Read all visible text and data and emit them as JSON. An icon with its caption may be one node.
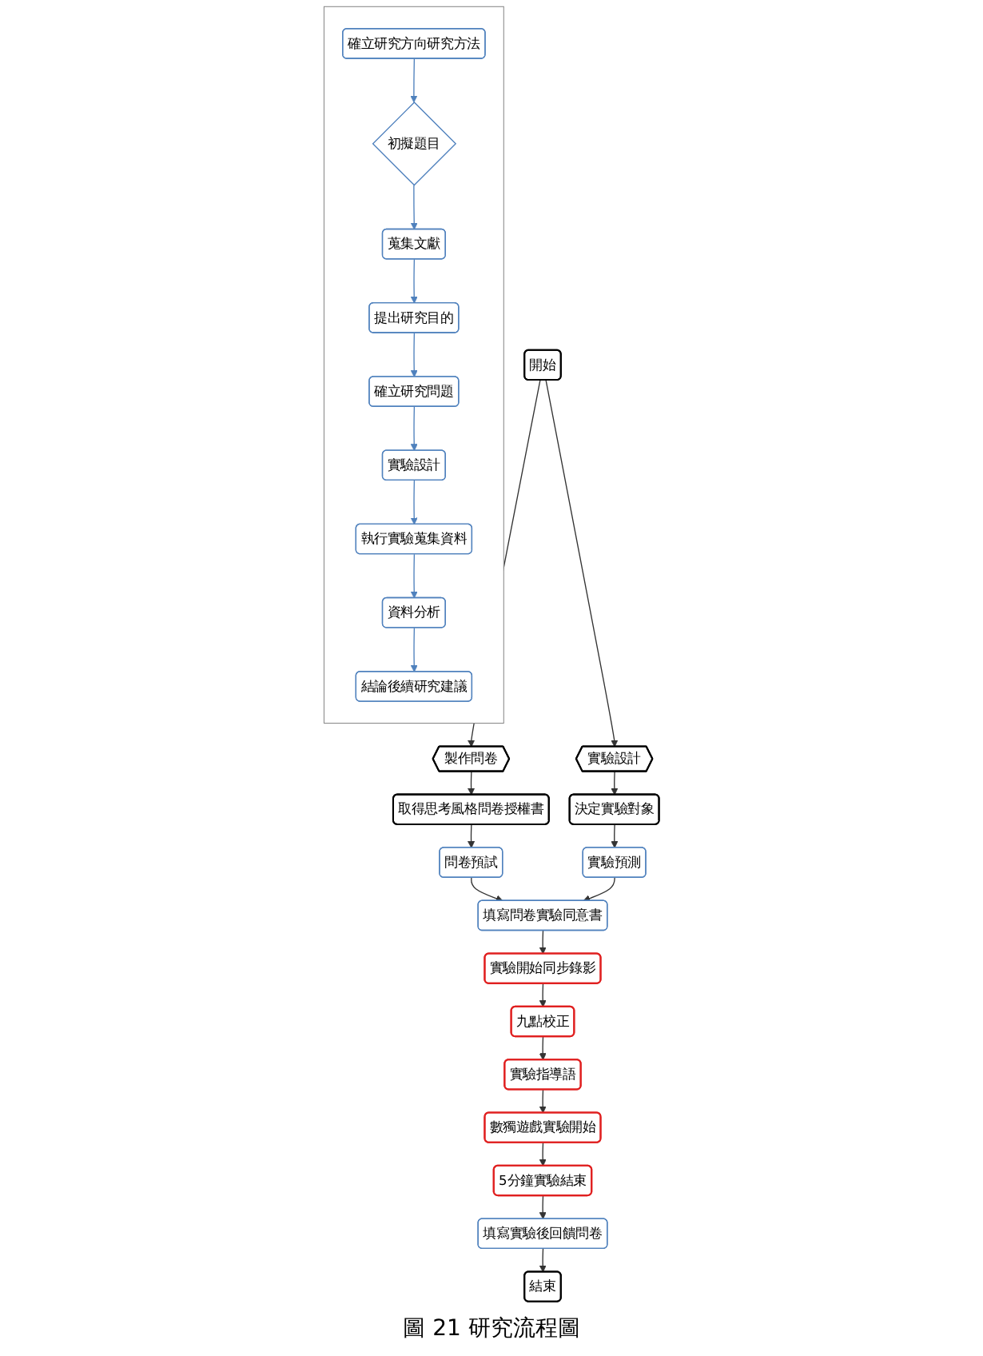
{
  "diagram": {
    "caption": "圖 21 研究流程圖",
    "nodes": [
      {
        "text": [],
        "shape": "box"
      },
      {
        "text": [
          "確立研究方向研究方法"
        ],
        "in": 0
      },
      {
        "text": [
          "初擬題目"
        ],
        "in": 0
      },
      {
        "text": [
          "蒐集文獻"
        ],
        "in": 0
      },
      {
        "text": [
          "提出研究目的"
        ],
        "in": 0
      },
      {
        "text": [
          "確立研究問題"
        ],
        "in": 0
      },
      {
        "text": [
          "實驗設計"
        ],
        "in": 0
      },
      {
        "text": [
          "執行實驗蒐集資料"
        ],
        "in": 0
      },
      {
        "text": [
          "資料分析"
        ],
        "in": 0
      },
      {
        "text": [
          "結論後續研究建議"
        ],
        "in": 0
      },
      {
        "text": [
          "開始"
        ]
      },
      {
        "text": [
          "製作問卷"
        ]
      },
      {
        "text": [
          "實驗設計"
        ]
      },
      {
        "text": [
          "取得思考風格問卷授權書"
        ]
      },
      {
        "text": [
          "決定實驗對象"
        ]
      },
      {
        "text": [
          "問卷預試"
        ]
      },
      {
        "text": [
          "實驗預測"
        ]
      },
      {
        "text": [
          "填寫問卷實驗同意書"
        ]
      },
      {
        "text": [
          "實驗開始同步錄影"
        ]
      },
      {
        "text": [
          "九點校正"
        ]
      },
      {
        "text": [
          "實驗指導語"
        ]
      },
      {
        "text": [
          "數獨遊戲實驗開始"
        ]
      },
      {
        "text": [
          "5分鐘實驗結束"
        ]
      },
      {
        "text": [
          "填寫實驗後回饋問卷"
        ]
      },
      {
        "text": [
          "結束"
        ]
      }
    ],
    "edges": [
      {
        "from": 1,
        "to": 2,
        "arrow": "to",
        "color": "#4f81bd"
      },
      {
        "from": 2,
        "to": 3,
        "arrow": "to",
        "color": "#4f81bd"
      },
      {
        "from": 3,
        "to": 4,
        "arrow": "to",
        "color": "#4f81bd"
      },
      {
        "from": 4,
        "to": 5,
        "arrow": "to",
        "color": "#4f81bd"
      },
      {
        "from": 5,
        "to": 6,
        "arrow": "to",
        "color": "#4f81bd"
      },
      {
        "from": 6,
        "to": 7,
        "arrow": "to",
        "color": "#4f81bd"
      },
      {
        "from": 7,
        "to": 8,
        "arrow": "to",
        "color": "#4f81bd"
      },
      {
        "from": 8,
        "to": 9,
        "arrow": "to",
        "color": "#4f81bd"
      },
      {
        "from": 10,
        "to": 11,
        "arrow": "to"
      },
      {
        "from": 10,
        "to": 12,
        "arrow": "to"
      },
      {
        "from": 11,
        "to": 13,
        "arrow": "to"
      },
      {
        "from": 12,
        "to": 14,
        "arrow": "to"
      },
      {
        "from": 13,
        "to": 15,
        "arrow": "to"
      },
      {
        "from": 14,
        "to": 16,
        "arrow": "to"
      },
      {
        "from": 15,
        "to": 17,
        "arrow": "to"
      },
      {
        "from": 16,
        "to": 17,
        "arrow": "to"
      },
      {
        "from": 17,
        "to": 18,
        "arrow": "to"
      },
      {
        "from": 18,
        "to": 19,
        "arrow": "to"
      },
      {
        "from": 19,
        "to": 20,
        "arrow": "to"
      },
      {
        "from": 20,
        "to": 21,
        "arrow": "to"
      },
      {
        "from": 21,
        "to": 22,
        "arrow": "to"
      },
      {
        "from": 22,
        "to": 23,
        "arrow": "to"
      },
      {
        "from": 23,
        "to": 24,
        "arrow": "to"
      }
    ]
  }
}
